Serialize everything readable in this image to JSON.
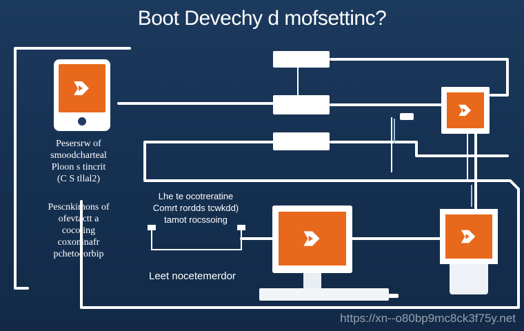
{
  "title": "Boot Devechy d mofsettinc?",
  "left_block_1": [
    "Pesersrw of",
    "smoodcharteal",
    "Ploon s tincrit",
    "(C S tllal2)"
  ],
  "left_block_2": [
    "Pescnkimons of",
    "ofevtactt a",
    "cocoting",
    "coxoninafr",
    "pchetocorbip"
  ],
  "middle_block": [
    "Lhe te ocotreratine",
    "Comrt rordds tcwkdd)",
    "tamot rocssoing"
  ],
  "footer_label": "Leet nocetemerdor",
  "watermark": "https://xn--o80bp9mc8ck3f75y.net",
  "colors": {
    "background": "#163152",
    "accent": "#e8681c",
    "device": "#ffffff"
  },
  "icons": [
    "boot-arrow-icon"
  ]
}
